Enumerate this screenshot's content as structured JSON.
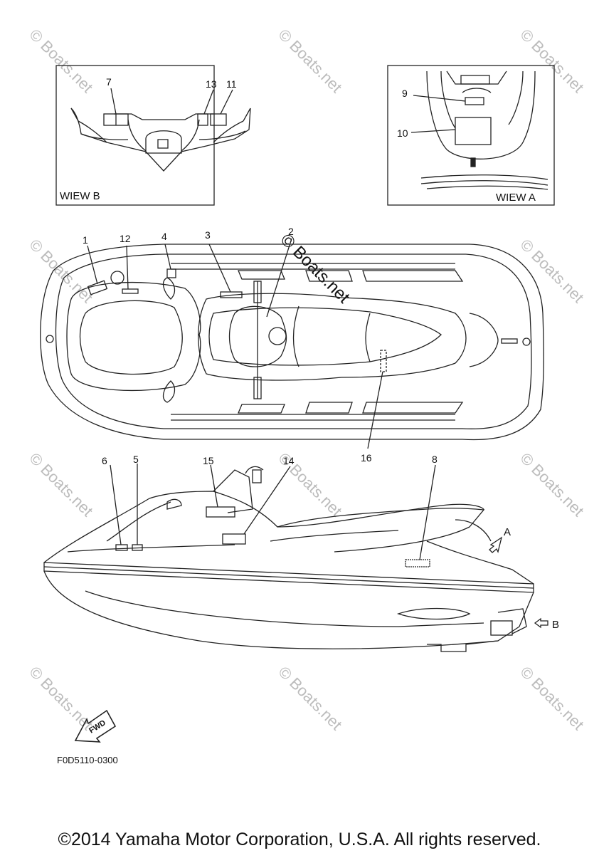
{
  "watermark": "© Boats.net",
  "view_b": {
    "label": "WIEW B",
    "callouts": [
      "7",
      "13",
      "11"
    ]
  },
  "view_a": {
    "label": "WIEW A",
    "callouts": [
      "9",
      "10"
    ]
  },
  "top_view": {
    "callouts": [
      "1",
      "12",
      "4",
      "3",
      "2",
      "16"
    ]
  },
  "side_view": {
    "callouts": [
      "6",
      "5",
      "15",
      "14",
      "8"
    ],
    "arrow_a": "A",
    "arrow_b": "B"
  },
  "fwd_label": "FWD",
  "diagram_code": "F0D5110-0300",
  "copyright": "©2014 Yamaha Motor Corporation, U.S.A. All rights reserved."
}
